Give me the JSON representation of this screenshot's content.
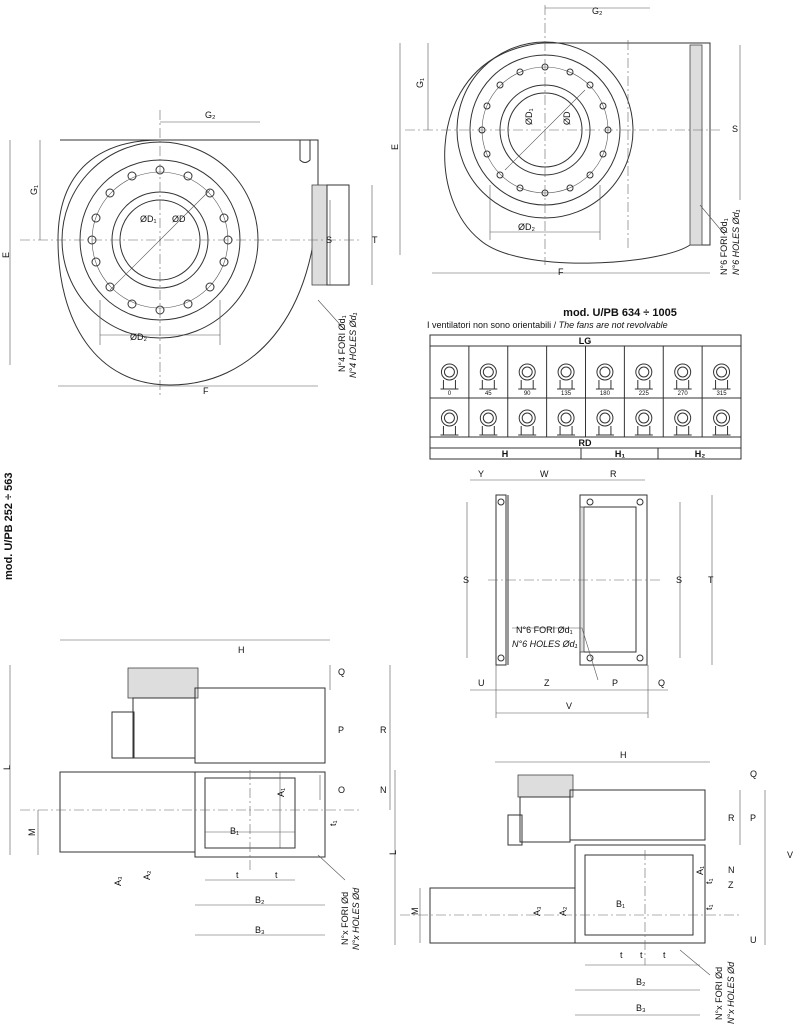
{
  "small_model": {
    "title": "mod. U/PB 252 ÷ 563",
    "front": {
      "G2": "G₂",
      "G1": "G₁",
      "E": "E",
      "D1": "ØD₁",
      "D": "ØD",
      "S": "S",
      "T": "T",
      "D2": "ØD₂",
      "F": "F",
      "holes_it": "N°4 FORI Ød₁",
      "holes_en": "N°4 HOLES Ød₁"
    },
    "side": {
      "H": "H",
      "Q": "Q",
      "P": "P",
      "R": "R",
      "O": "O",
      "N": "N",
      "L": "L",
      "M": "M",
      "A1": "A₁",
      "B1": "B₁",
      "t1": "t₁",
      "A3": "A₃",
      "A2": "A₂",
      "t": "t",
      "B2": "B₂",
      "B3": "B₃",
      "holes_it": "N°x FORI Ød",
      "holes_en": "N°x HOLES Ød"
    }
  },
  "large_model": {
    "title": "mod. U/PB 634 ÷ 1005",
    "subtitle_it": "I ventilatori non sono orientabili / ",
    "subtitle_en": "The fans are not revolvable",
    "front": {
      "G2": "G₂",
      "G1": "G₁",
      "E": "E",
      "D1": "ØD₁",
      "D": "ØD",
      "S": "S",
      "D2": "ØD₂",
      "F": "F",
      "holes_it": "N°6 FORI Ød₁",
      "holes_en": "N°6 HOLES Ød₁"
    },
    "flange": {
      "Y": "Y",
      "W": "W",
      "R": "R",
      "S": "S",
      "T": "T",
      "U": "U",
      "Z": "Z",
      "P": "P",
      "Q": "Q",
      "V": "V",
      "holes_it": "N°6 FORI Ød₁",
      "holes_en": "N°6 HOLES Ød₁"
    },
    "side": {
      "H": "H",
      "Q": "Q",
      "R": "R",
      "P": "P",
      "V": "V",
      "L": "L",
      "N": "N",
      "t1": "t₁",
      "Z": "Z",
      "M": "M",
      "A3": "A₃",
      "A2": "A₂",
      "B1": "B₁",
      "A1": "A₁",
      "U": "U",
      "t": "t",
      "B2": "B₂",
      "B3": "B₃",
      "holes_it": "N°x FORI Ød",
      "holes_en": "N°x HOLES Ød"
    }
  },
  "orientation_table": {
    "lg_label": "LG",
    "rd_label": "RD",
    "angles": [
      "0",
      "45",
      "90",
      "135",
      "180",
      "225",
      "270",
      "315"
    ],
    "footer": [
      "H",
      "H₁",
      "H₂"
    ]
  }
}
